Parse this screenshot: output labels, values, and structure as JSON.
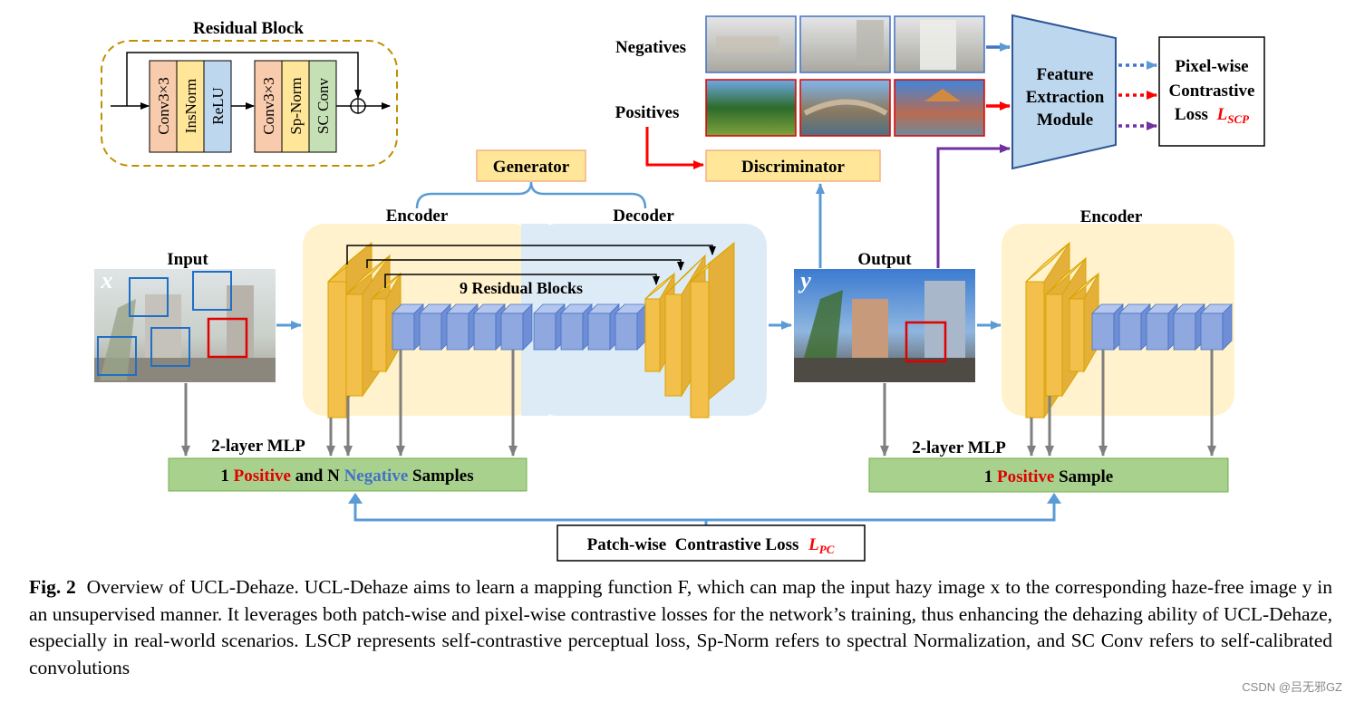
{
  "residual_block": {
    "title": "Residual Block",
    "layers": [
      "Conv3×3",
      "InsNorm",
      "ReLU",
      "Conv3×3",
      "Sp-Norm",
      "SC Conv"
    ]
  },
  "labels": {
    "generator": "Generator",
    "encoder": "Encoder",
    "decoder": "Decoder",
    "encoder_right": "Encoder",
    "discriminator": "Discriminator",
    "negatives": "Negatives",
    "positives": "Positives",
    "feature_module": [
      "Feature",
      "Extraction",
      "Module"
    ],
    "pixel_loss": [
      "Pixel-wise",
      "Contrastive",
      "Loss"
    ],
    "pixel_loss_symbol": "L",
    "pixel_loss_sub": "SCP",
    "input": "Input",
    "output": "Output",
    "input_var": "x",
    "output_var": "y",
    "residual_blocks": "9 Residual Blocks",
    "mlp_left": "2-layer MLP",
    "mlp_right": "2-layer MLP",
    "samples_left": {
      "p1": "1 ",
      "p2": "Positive",
      "p3": " and N ",
      "p4": "Negative",
      "p5": " Samples"
    },
    "samples_right": {
      "p1": "1 ",
      "p2": "Positive",
      "p3": " Sample"
    },
    "patch_loss": "Patch-wise  Contrastive Loss",
    "patch_loss_symbol": "L",
    "patch_loss_sub": "PC"
  },
  "caption": {
    "label": "Fig. 2",
    "text": "Overview of UCL-Dehaze. UCL-Dehaze aims to learn a mapping function F, which can map the input hazy image x to the corresponding haze-free image y in an unsupervised manner. It leverages both patch-wise and pixel-wise contrastive losses for the network’s training, thus enhancing the dehazing ability of UCL-Dehaze, especially in real-world scenarios. LSCP represents self-contrastive perceptual loss, Sp-Norm refers to spectral Normalization, and SC Conv refers to self-calibrated convolutions"
  },
  "watermark": "CSDN @吕无邪GZ",
  "colors": {
    "orange": "#f8cbad",
    "yellow": "#ffe699",
    "blue_cell": "#bdd7ee",
    "green": "#c5e0b4",
    "gold": "#f2c04b",
    "cube": "#8fa8e0",
    "sample_green": "#a9d18e",
    "arrow_blue": "#5b9bd5",
    "arrow_red": "#ff0000",
    "arrow_purple": "#7030a0",
    "enc_bg": "#fff2cc",
    "dec_bg": "#ddebf7"
  }
}
